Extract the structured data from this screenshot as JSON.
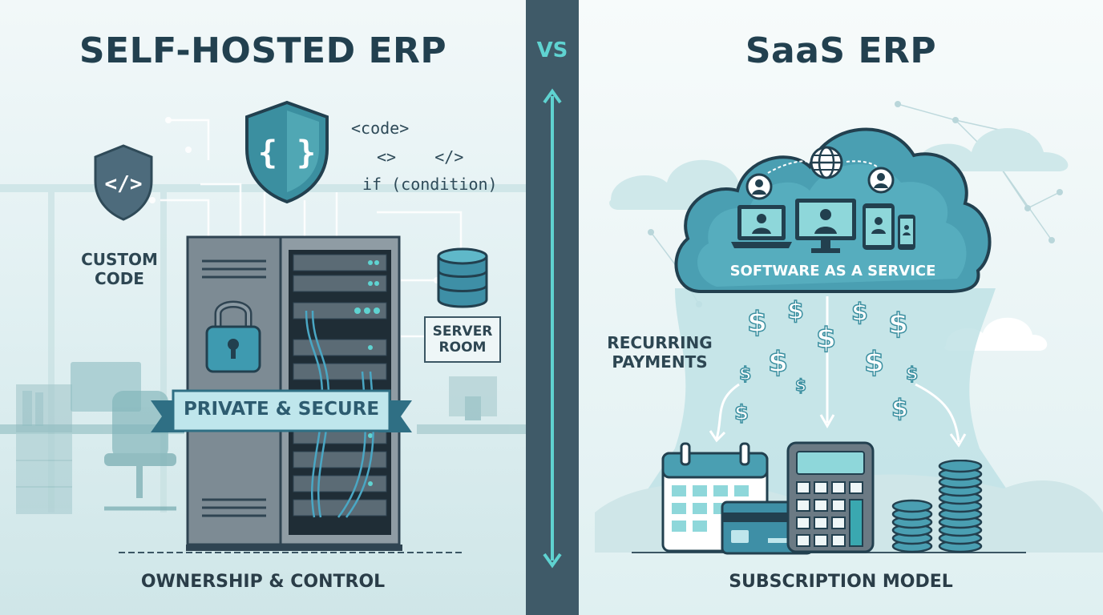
{
  "left": {
    "title": "SELF-HOSTED ERP",
    "custom_code_label": "CUSTOM CODE",
    "code_lines": [
      "<code>",
      "<>    </>",
      "if (condition)"
    ],
    "server_room_label": "SERVER ROOM",
    "banner": "PRIVATE & SECURE",
    "caption": "OWNERSHIP & CONTROL"
  },
  "divider": {
    "label": "VS"
  },
  "right": {
    "title": "SaaS ERP",
    "cloud_label": "SOFTWARE AS A SERVICE",
    "recurring_label": "RECURRING PAYMENTS",
    "caption": "SUBSCRIPTION MODEL"
  },
  "colors": {
    "navy": "#22404f",
    "teal": "#3aa8b0",
    "accent": "#5fd3d1",
    "server": "#6b7a84"
  },
  "icons": [
    "code-shield-icon",
    "braces-shield-icon",
    "database-icon",
    "padlock-icon",
    "globe-icon",
    "user-icon",
    "laptop-icon",
    "monitor-icon",
    "tablet-icon",
    "phone-icon",
    "dollar-icon",
    "calendar-icon",
    "credit-card-icon",
    "calculator-icon",
    "coin-stack-icon",
    "office-chair-icon",
    "desk-icon"
  ]
}
